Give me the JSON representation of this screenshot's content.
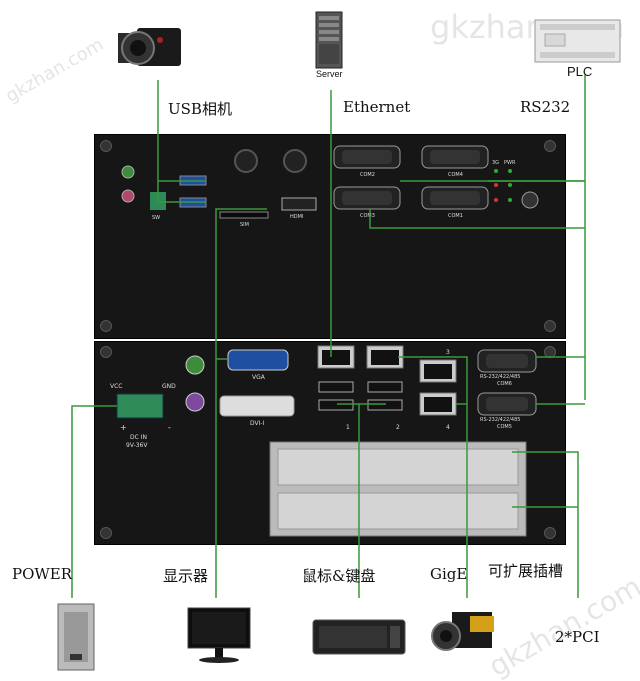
{
  "labels": {
    "usb_camera": "USB相机",
    "ethernet": "Ethernet",
    "rs232": "RS232",
    "power": "POWER",
    "display": "显示器",
    "mouse_keyboard": "鼠标&键盘",
    "gige": "GigE",
    "expansion_slot": "可扩展插槽",
    "pci": "2*PCI",
    "server_caption": "Server",
    "plc_caption": "PLC"
  },
  "panel_text": {
    "sw": "SW",
    "com1": "COM1",
    "com2": "COM2",
    "com3": "COM3",
    "com4": "COM4",
    "com5": "COM5",
    "com6": "COM6",
    "rs_type": "RS-232/422/485",
    "vga": "VGA",
    "dvi": "DVI-I",
    "vcc": "VCC",
    "gnd": "GND",
    "plus": "+",
    "minus": "-",
    "dc_in": "DC IN",
    "voltage": "9V-36V",
    "lan1": "1",
    "lan2": "2",
    "lan3": "3",
    "lan4": "4",
    "led_3g": "3G",
    "led_pwr": "PWR",
    "sim": "SIM",
    "hdmi": "HDMI"
  },
  "watermark": "gkzhan.com",
  "colors": {
    "connector_line": "#3a9a3a",
    "power_connector": "#2e8b57",
    "panel": "#161616"
  }
}
